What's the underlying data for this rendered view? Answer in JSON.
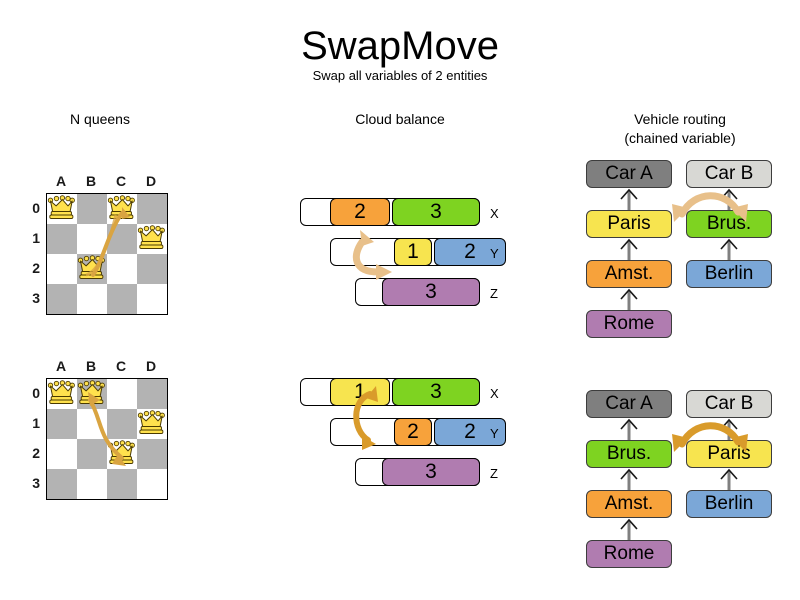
{
  "title": "SwapMove",
  "subtitle": "Swap all variables of 2 entities",
  "sections": {
    "nqueens": {
      "title": "N queens"
    },
    "cloud": {
      "title": "Cloud balance"
    },
    "vrp": {
      "title_line1": "Vehicle routing",
      "title_line2": "(chained variable)"
    }
  },
  "nqueens": {
    "columns": [
      "A",
      "B",
      "C",
      "D"
    ],
    "rows": [
      "0",
      "1",
      "2",
      "3"
    ],
    "before": {
      "queens": [
        {
          "col": 0,
          "row": 0
        },
        {
          "col": 2,
          "row": 0
        },
        {
          "col": 3,
          "row": 1
        },
        {
          "col": 1,
          "row": 2
        }
      ]
    },
    "after": {
      "queens": [
        {
          "col": 0,
          "row": 0
        },
        {
          "col": 1,
          "row": 0
        },
        {
          "col": 3,
          "row": 1
        },
        {
          "col": 2,
          "row": 2
        }
      ]
    }
  },
  "cloud": {
    "labels": [
      "X",
      "Y",
      "Z"
    ],
    "before": {
      "rows": [
        {
          "label": "X",
          "blocks": [
            {
              "value": "2",
              "color": "#f7a23b"
            },
            {
              "value": "3",
              "color": "#7ed321"
            }
          ]
        },
        {
          "label": "Y",
          "blocks": [
            {
              "value": "1",
              "color": "#f7e44f"
            },
            {
              "value": "2",
              "color": "#7ba7d7"
            }
          ]
        },
        {
          "label": "Z",
          "blocks": [
            {
              "value": "3",
              "color": "#b07cb0"
            }
          ]
        }
      ]
    },
    "after": {
      "rows": [
        {
          "label": "X",
          "blocks": [
            {
              "value": "1",
              "color": "#f7e44f"
            },
            {
              "value": "3",
              "color": "#7ed321"
            }
          ]
        },
        {
          "label": "Y",
          "blocks": [
            {
              "value": "2",
              "color": "#f7a23b"
            },
            {
              "value": "2",
              "color": "#7ba7d7"
            }
          ]
        },
        {
          "label": "Z",
          "blocks": [
            {
              "value": "3",
              "color": "#b07cb0"
            }
          ]
        }
      ]
    }
  },
  "vrp": {
    "before": {
      "carA": {
        "vehicle": "Car A",
        "chain": [
          "Paris",
          "Amst.",
          "Rome"
        ]
      },
      "carB": {
        "vehicle": "Car B",
        "chain": [
          "Brus.",
          "Berlin"
        ]
      }
    },
    "after": {
      "carA": {
        "vehicle": "Car A",
        "chain": [
          "Brus.",
          "Amst.",
          "Rome"
        ]
      },
      "carB": {
        "vehicle": "Car B",
        "chain": [
          "Paris",
          "Berlin"
        ]
      }
    },
    "colors": {
      "car_a": "#7f7f7f",
      "car_b": "#d8d8d4",
      "paris": "#f7e44f",
      "brussels": "#7ed321",
      "amsterdam": "#f7a23b",
      "berlin": "#7ba7d7",
      "rome": "#b07cb0"
    }
  },
  "arrows": {
    "move_arrow_light": "#e8c08a",
    "move_arrow_dark": "#d99b2b",
    "queen_arrow": "#d9a441"
  }
}
